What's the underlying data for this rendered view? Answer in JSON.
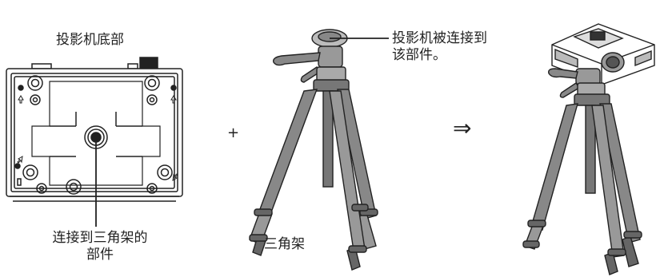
{
  "labels": {
    "projector_bottom": "投影机底部",
    "connect_part_line1": "连接到三角架的",
    "connect_part_line2": "部件",
    "plus": "+",
    "arrow": "⇒",
    "tripod": "三角架",
    "projector_connects_line1": "投影机被连接到",
    "projector_connects_line2": "该部件。"
  },
  "colors": {
    "line": "#222222",
    "tripod_leg": "#888888",
    "tripod_dark": "#555555",
    "projector_light": "#dddddd"
  }
}
